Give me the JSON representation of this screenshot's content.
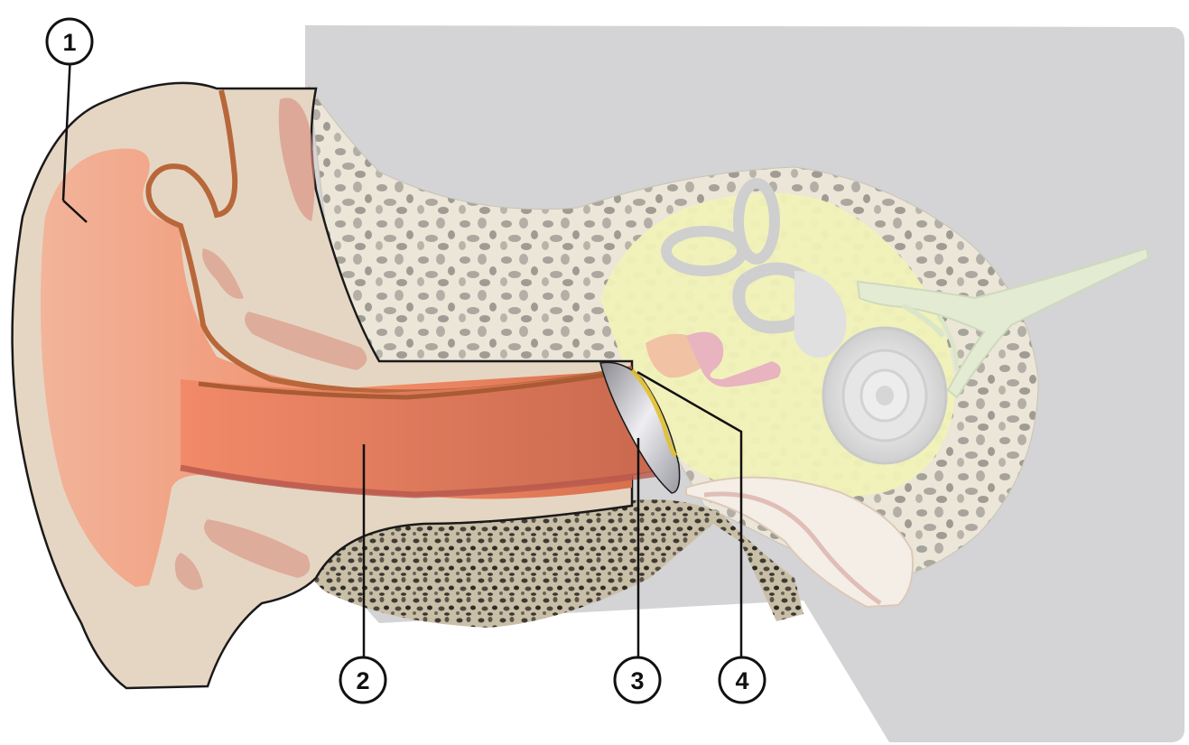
{
  "callouts": [
    {
      "id": "1",
      "label": "1"
    },
    {
      "id": "2",
      "label": "2"
    },
    {
      "id": "3",
      "label": "3"
    },
    {
      "id": "4",
      "label": "4"
    }
  ],
  "colors": {
    "background_panel": "#d4d4d6",
    "pinna_outer": "#e4d6c4",
    "pinna_inner": "#f0a584",
    "canal": "#e07a5c",
    "canal_border": "#b8623a",
    "bone_spongy": "#e8e2d4",
    "bone_dark": "#9a8f7a",
    "inner_ear_area": "#f1f2b8",
    "cochlea": "#e6e6e6",
    "ossicles": "#e8b8b8",
    "eardrum": "#cfcfd4",
    "nerve": "#e3ecd2"
  }
}
